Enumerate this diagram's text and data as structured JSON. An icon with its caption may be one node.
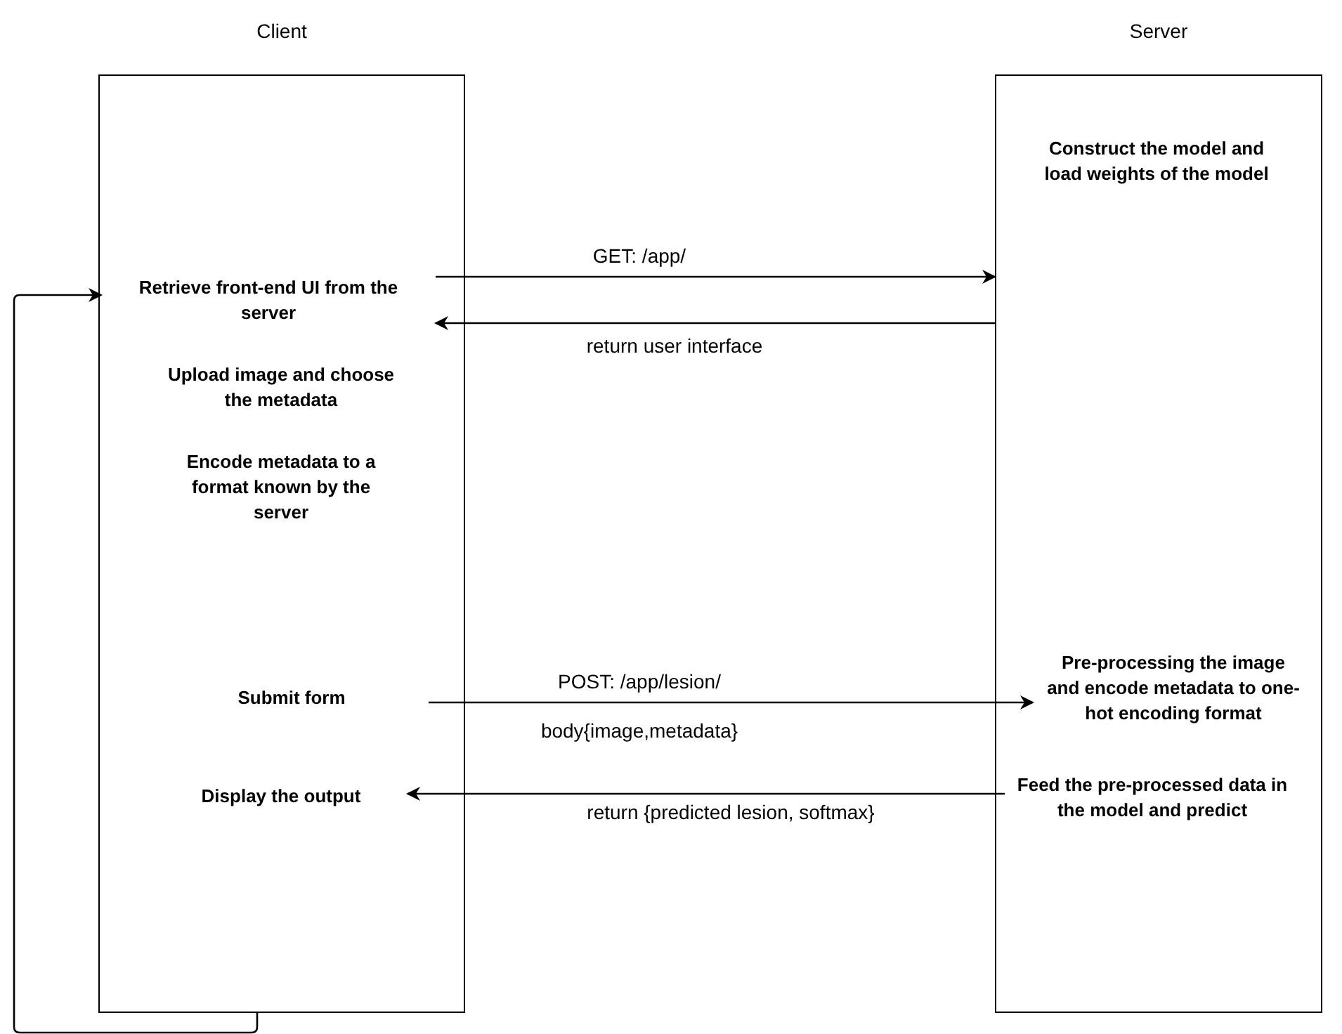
{
  "diagram": {
    "nodes": [
      {
        "text": [
          "Client"
        ]
      },
      {
        "text": [
          "Server"
        ]
      },
      {
        "text": [
          "Retrieve front-end UI from the server"
        ],
        "in": 0
      },
      {
        "text": [
          "Upload image and choose the metadata"
        ],
        "in": 0
      },
      {
        "text": [
          "Encode metadata to a format known by the server"
        ],
        "in": 0
      },
      {
        "text": [
          "Submit form"
        ],
        "in": 0
      },
      {
        "text": [
          "Display the output"
        ],
        "in": 0
      },
      {
        "text": [
          "Construct the model and load weights of the model"
        ],
        "in": 1
      },
      {
        "text": [
          "Pre-processing the image and encode metadata to one-hot encoding format"
        ],
        "in": 1
      },
      {
        "text": [
          "Feed the pre-processed data in the model and predict"
        ],
        "in": 1
      }
    ],
    "edges": [
      {
        "from": 2,
        "to": 1,
        "arrow": "to",
        "label": "GET: /app/"
      },
      {
        "from": 1,
        "to": 2,
        "arrow": "to",
        "label": "return user interface"
      },
      {
        "from": 5,
        "to": 8,
        "arrow": "to",
        "label": "POST: /app/lesion/"
      },
      {
        "from": 9,
        "to": 6,
        "arrow": "to",
        "label": "return {predicted lesion, softmax}"
      },
      {
        "from": 0,
        "to": 2,
        "arrow": "to"
      }
    ],
    "labels": [
      "body{image,metadata}"
    ]
  }
}
